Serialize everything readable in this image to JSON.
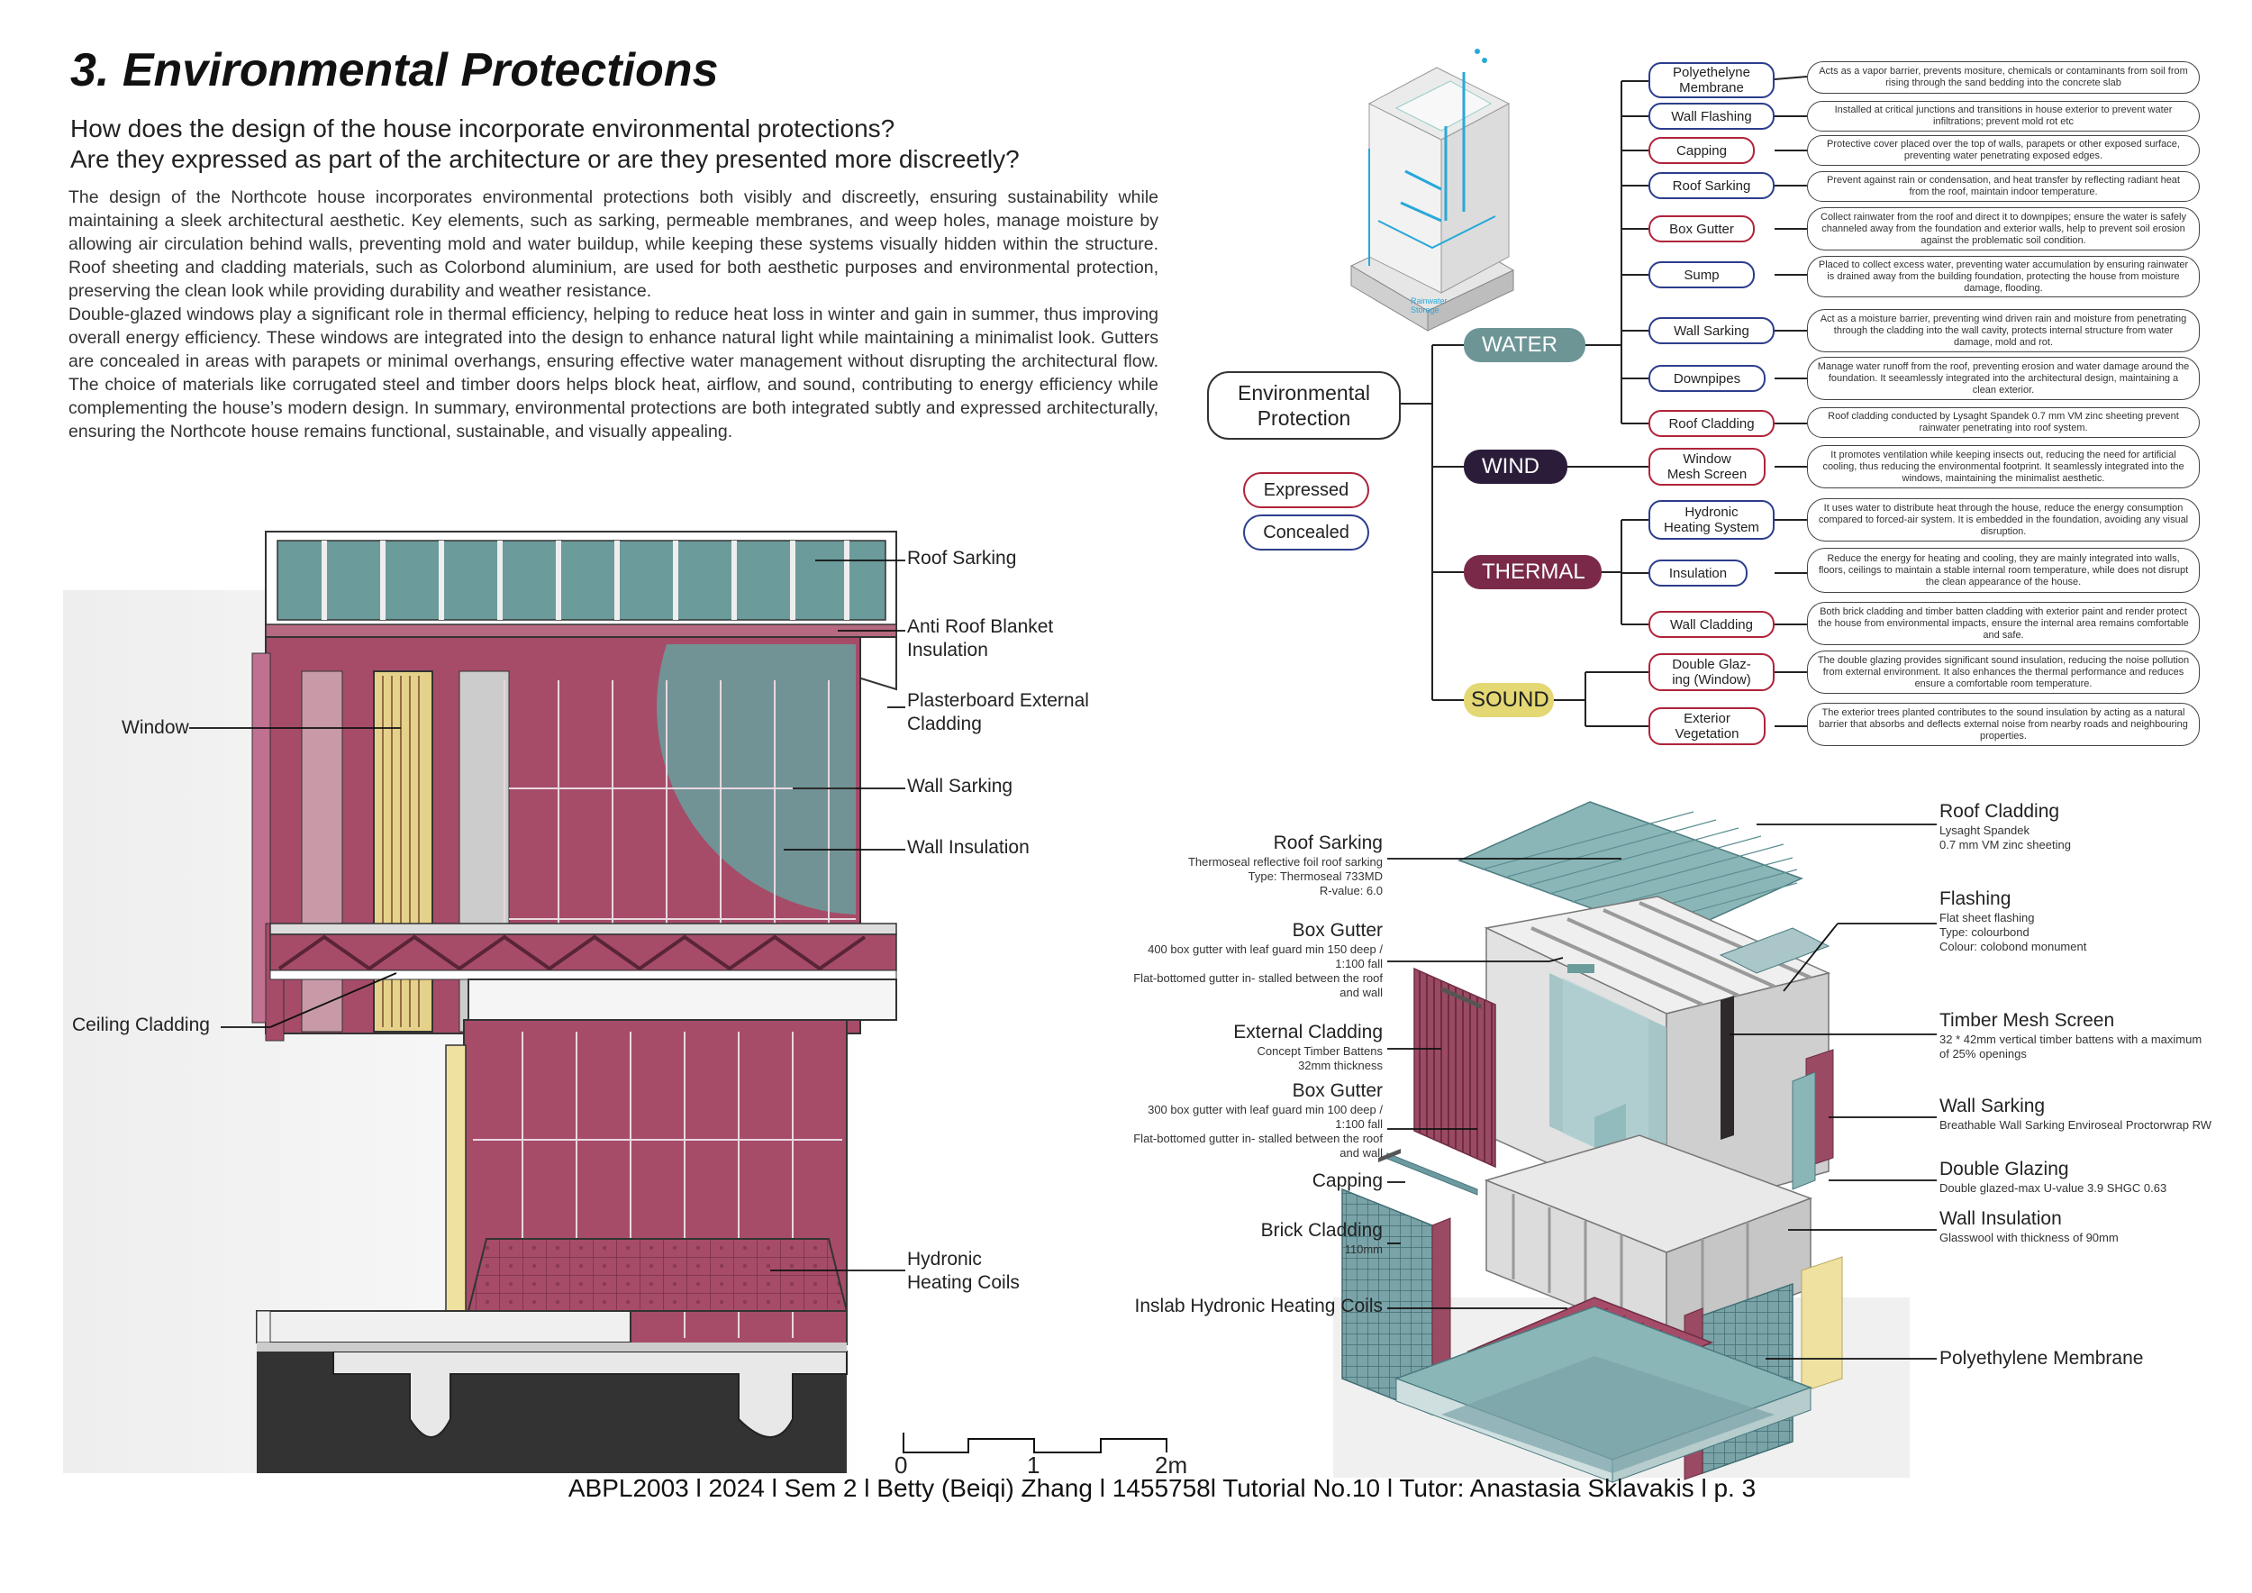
{
  "title": "3. Environmental Protections",
  "questions": [
    "How does the design of the house incorporate environmental protections?",
    "Are they expressed as part of the architecture or are they presented more discreetly?"
  ],
  "body": [
    "The design of the Northcote house incorporates environmental protections both visibly and discreetly, ensuring sustainability while maintaining a sleek architectural aesthetic. Key elements, such as sarking, permeable membranes, and weep holes, manage moisture by allowing air circulation behind walls, preventing mold and water buildup, while keeping these systems visually hidden within the structure. Roof sheeting and cladding materials, such as Colorbond aluminium, are used for both aesthetic purposes and environmental protection, preserving the clean look while providing durability and weather resistance.",
    "Double-glazed windows play a significant role in thermal efficiency, helping to reduce heat loss in winter and gain in summer, thus improving overall energy efficiency. These windows are integrated into the design to enhance natural light while maintaining a minimalist look. Gutters are concealed in areas with parapets or minimal overhangs, ensuring effective water management without disrupting the architectural flow. The choice of materials like corrugated steel and timber doors helps block heat, airflow, and sound, contributing to energy efficiency while complementing the house’s modern design. In summary, environmental protections are both integrated subtly and expressed architecturally, ensuring the Northcote house remains functional, sustainable, and visually appealing."
  ],
  "section": {
    "labels": {
      "roof_sarking": "Roof Sarking",
      "anti_roof": "Anti Roof Blanket\nInsulation",
      "plasterboard": "Plasterboard External\nCladding",
      "wall_sarking": "Wall Sarking",
      "wall_insulation": "Wall Insulation",
      "window": "Window",
      "ceiling": "Ceiling Cladding",
      "hydronic": "Hydronic\nHeating Coils"
    }
  },
  "scale_bar": {
    "ticks": [
      "0",
      "1",
      "2m"
    ]
  },
  "mindmap": {
    "root": "Environmental\nProtection",
    "legend": {
      "expressed": "Expressed",
      "concealed": "Concealed"
    },
    "categories": {
      "water": "WATER",
      "wind": "WIND",
      "thermal": "THERMAL",
      "sound": "SOUND"
    },
    "items": [
      {
        "label": "Polyethelyne\nMembrane",
        "desc": "Acts as a vapor barrier, prevents mositure, chemicals or contaminants from soil from rising through the sand bedding into the concrete slab"
      },
      {
        "label": "Wall Flashing",
        "desc": "Installed at critical junctions and transitions in house exterior to prevent water infiltrations; prevent mold rot etc"
      },
      {
        "label": "Capping",
        "desc": "Protective cover placed over the top of walls, parapets or other exposed surface, preventing water penetrating exposed edges."
      },
      {
        "label": "Roof Sarking",
        "desc": "Prevent against rain or condensation, and heat transfer by reflecting radiant heat from the roof, maintain indoor temperature."
      },
      {
        "label": "Box Gutter",
        "desc": "Collect rainwater from the roof and direct it to downpipes; ensure the water is safely channeled away from the foundation and exterior walls, help to prevent soil erosion against the problematic soil condition."
      },
      {
        "label": "Sump",
        "desc": "Placed to collect excess water, preventing water accumulation by ensuring rainwater is drained away from the building foundation, protecting the house from moisture damage, flooding."
      },
      {
        "label": "Wall Sarking",
        "desc": "Act as a moisture barrier, preventing wind driven rain and moisture from penetrating through the cladding into the wall cavity, protects internal structure from water damage, mold and rot."
      },
      {
        "label": "Downpipes",
        "desc": "Manage water runoff from the roof, preventing erosion and water damage around the foundation. It seeamlessly integrated into the architectural design, maintaining a clean exterior."
      },
      {
        "label": "Roof Cladding",
        "desc": "Roof cladding conducted by Lysaght Spandek 0.7 mm VM zinc sheeting prevent rainwater penetrating into roof system."
      },
      {
        "label": "Window\nMesh Screen",
        "desc": "It promotes ventilation while keeping insects out, reducing the need for artificial cooling, thus reducing the environmental footprint. It seamlessly integrated into the windows, maintaining the minimalist aesthetic."
      },
      {
        "label": "Hydronic\nHeating System",
        "desc": "It uses water to distribute heat through the house, reduce the energy consumption compared to forced-air system. It is embedded in the foundation, avoiding any visual disruption."
      },
      {
        "label": "Insulation",
        "desc": "Reduce the energy for heating and cooling, they are mainly integrated into walls, floors, ceilings to maintain a stable internal room temperature, while does not disrupt the clean appearance of the house."
      },
      {
        "label": "Wall Cladding",
        "desc": "Both brick cladding and timber batten cladding with exterior paint and render protect the house from environmental impacts, ensure the internal area remains comfortable and safe."
      },
      {
        "label": "Double Glaz-\ning (Window)",
        "desc": "The double glazing provides significant sound insulation, reducing the noise pollution from external environment. It also enhances the thermal performance and reduces ensure a comfortable room temperature."
      },
      {
        "label": "Exterior\nVegetation",
        "desc": "The exterior trees planted contributes to the sound insulation by acting as a natural barrier that absorbs and deflects external noise from nearby roads and neighbouring properties."
      }
    ]
  },
  "rain_label": "Rainwater\nStorage",
  "exploded": {
    "left": [
      {
        "title": "Roof Sarking",
        "sub": "Thermoseal reflective foil roof sarking\nType: Thermoseal 733MD\nR-value: 6.0"
      },
      {
        "title": "Box Gutter",
        "sub": "400 box gutter with leaf guard min 150 deep /\n1:100 fall\nFlat-bottomed gutter in- stalled between the roof\nand wall"
      },
      {
        "title": "External Cladding",
        "sub": "Concept Timber Battens\n32mm thickness"
      },
      {
        "title": "Box Gutter",
        "sub": "300 box gutter with leaf guard min 100 deep /\n1:100 fall\nFlat-bottomed gutter in- stalled between the roof\nand wall"
      },
      {
        "title": "Capping",
        "sub": ""
      },
      {
        "title": "Brick Cladding",
        "sub": "110mm"
      },
      {
        "title": "Inslab Hydronic Heating Coils",
        "sub": ""
      }
    ],
    "right": [
      {
        "title": "Roof Cladding",
        "sub": "Lysaght Spandek\n0.7 mm VM zinc sheeting"
      },
      {
        "title": "Flashing",
        "sub": "Flat sheet flashing\nType: colourbond\nColour: colobond monument"
      },
      {
        "title": "Timber Mesh Screen",
        "sub": "32 * 42mm vertical timber battens with a maximum\nof 25% openings"
      },
      {
        "title": "Wall Sarking",
        "sub": "Breathable Wall Sarking Enviroseal Proctorwrap RW"
      },
      {
        "title": "Double Glazing",
        "sub": "Double glazed-max U-value 3.9 SHGC 0.63"
      },
      {
        "title": "Wall Insulation",
        "sub": "Glasswool with thickness of 90mm"
      },
      {
        "title": "Polyethylene Membrane",
        "sub": ""
      }
    ]
  },
  "footer": {
    "text": "ABPL2003 l 2024 l Sem 2 l Betty (Beiqi) Zhang l 1455758l Tutorial No.10 l Tutor: Anastasia Sklavakis l p. 3"
  }
}
